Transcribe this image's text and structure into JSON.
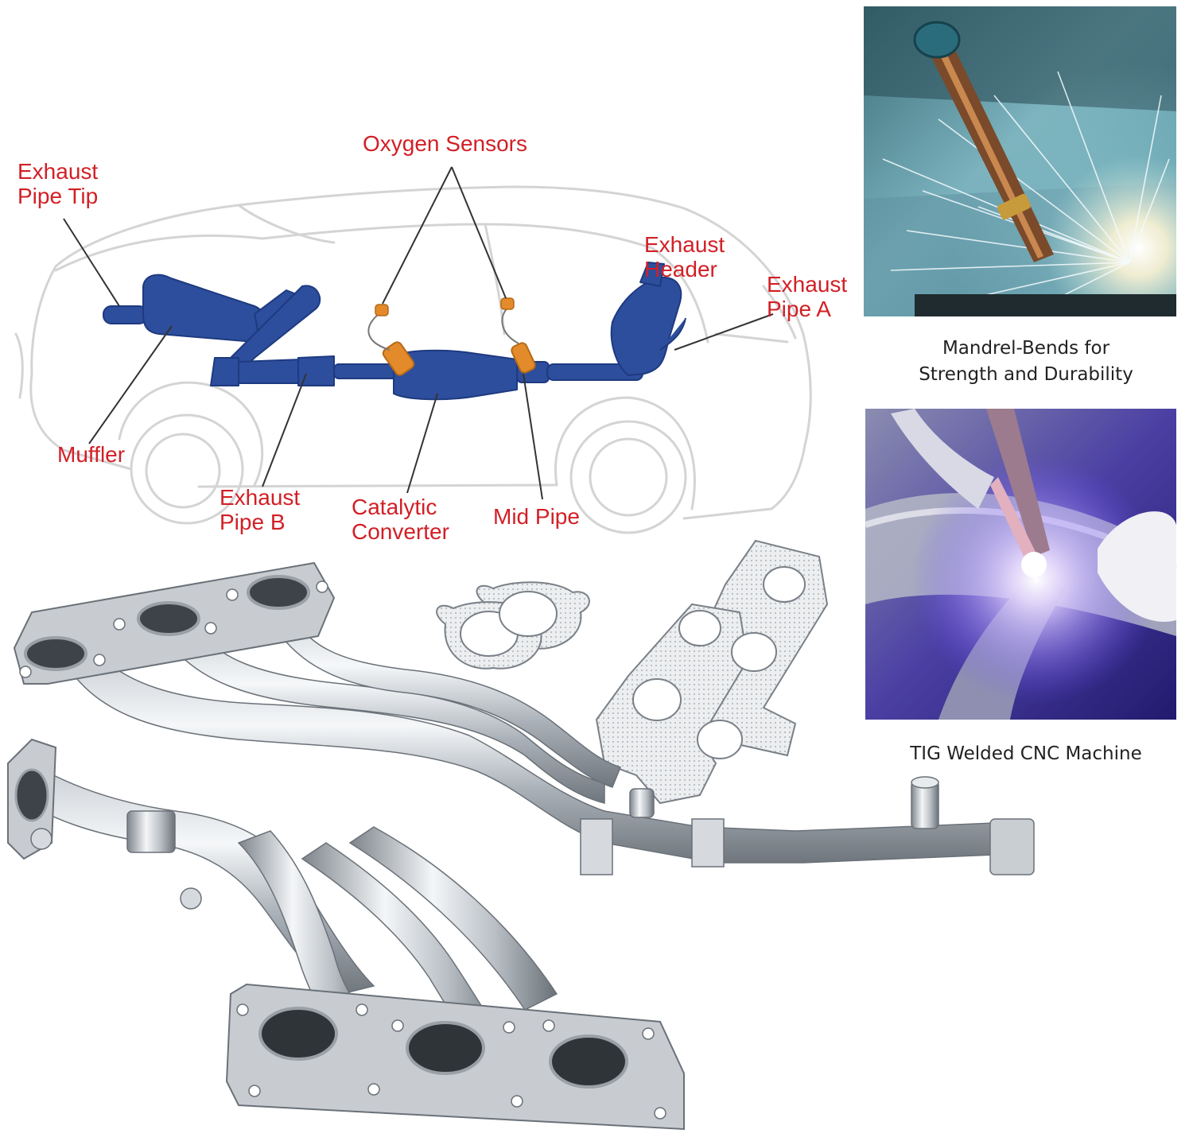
{
  "colors": {
    "label_red": "#d21f26",
    "exhaust_blue": "#2d4e9c",
    "sensor_orange": "#e38a2a",
    "car_outline_gray": "#d4d4d4",
    "caption_text": "#222222",
    "steel": "#cfd3d7"
  },
  "diagram": {
    "labels": {
      "exhaust_pipe_tip": [
        "Exhaust",
        "Pipe Tip"
      ],
      "oxygen_sensors": "Oxygen Sensors",
      "exhaust_header": [
        "Exhaust",
        "Header"
      ],
      "exhaust_pipe_a": [
        "Exhaust",
        "Pipe A"
      ],
      "muffler": "Muffler",
      "exhaust_pipe_b": [
        "Exhaust",
        "Pipe B"
      ],
      "catalytic_converter": [
        "Catalytic",
        "Converter"
      ],
      "mid_pipe": "Mid Pipe"
    }
  },
  "photos": {
    "mandrel": {
      "caption_lines": [
        "Mandrel-Bends for",
        "Strength and Durability"
      ],
      "subject": "welding-sparks-photo"
    },
    "tig": {
      "caption_lines": [
        "TIG Welded CNC Machine"
      ],
      "subject": "tig-welding-photo"
    }
  },
  "product": {
    "subject": "stainless-exhaust-header-set",
    "gaskets_subject": "exhaust-gasket-set"
  }
}
